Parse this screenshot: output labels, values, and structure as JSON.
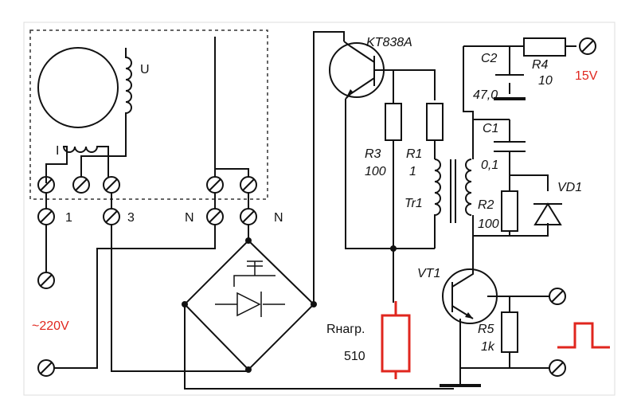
{
  "labels": {
    "u": "U",
    "i": "I",
    "t1": "1",
    "t3": "3",
    "n1": "N",
    "n2": "N",
    "mains": "~220V",
    "transistor1": "KT838A",
    "r3": "R3",
    "r3_val": "100",
    "r1": "R1",
    "r1_val": "1",
    "tr1": "Tr1",
    "c2": "C2",
    "c2_val": "47,0",
    "r4": "R4",
    "r4_val": "10",
    "supply": "15V",
    "c1": "C1",
    "c1_val": "0,1",
    "vd1": "VD1",
    "r2": "R2",
    "r2_val": "100",
    "vt1": "VT1",
    "r5": "R5",
    "r5_val": "1k",
    "rload": "Rнагр.",
    "rload_val": "510"
  },
  "colors": {
    "accent_red": "#e0261e",
    "wire": "#111111"
  }
}
